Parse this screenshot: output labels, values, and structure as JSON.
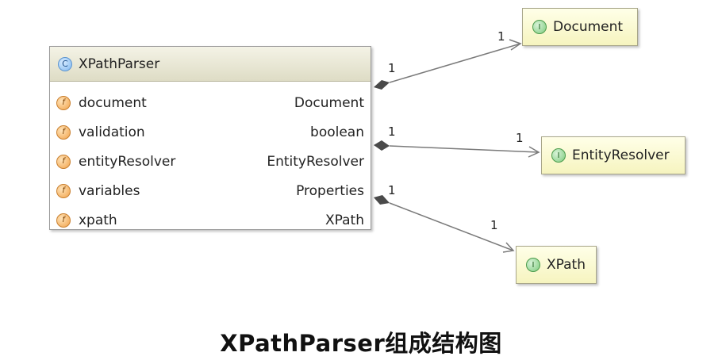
{
  "main_class": {
    "stereotype_icon": "C",
    "name": "XPathParser",
    "fields": [
      {
        "icon": "f",
        "name": "document",
        "type": "Document"
      },
      {
        "icon": "f",
        "name": "validation",
        "type": "boolean"
      },
      {
        "icon": "f",
        "name": "entityResolver",
        "type": "EntityResolver"
      },
      {
        "icon": "f",
        "name": "variables",
        "type": "Properties"
      },
      {
        "icon": "f",
        "name": "xpath",
        "type": "XPath"
      }
    ]
  },
  "interfaces": {
    "document": {
      "icon": "I",
      "name": "Document"
    },
    "entity_resolver": {
      "icon": "I",
      "name": "EntityResolver"
    },
    "xpath": {
      "icon": "I",
      "name": "XPath"
    }
  },
  "associations": [
    {
      "from": "XPathParser",
      "to": "Document",
      "source_multiplicity": "1",
      "target_multiplicity": "1"
    },
    {
      "from": "XPathParser",
      "to": "EntityResolver",
      "source_multiplicity": "1",
      "target_multiplicity": "1"
    },
    {
      "from": "XPathParser",
      "to": "XPath",
      "source_multiplicity": "1",
      "target_multiplicity": "1"
    }
  ],
  "caption": "XPathParser组成结构图"
}
